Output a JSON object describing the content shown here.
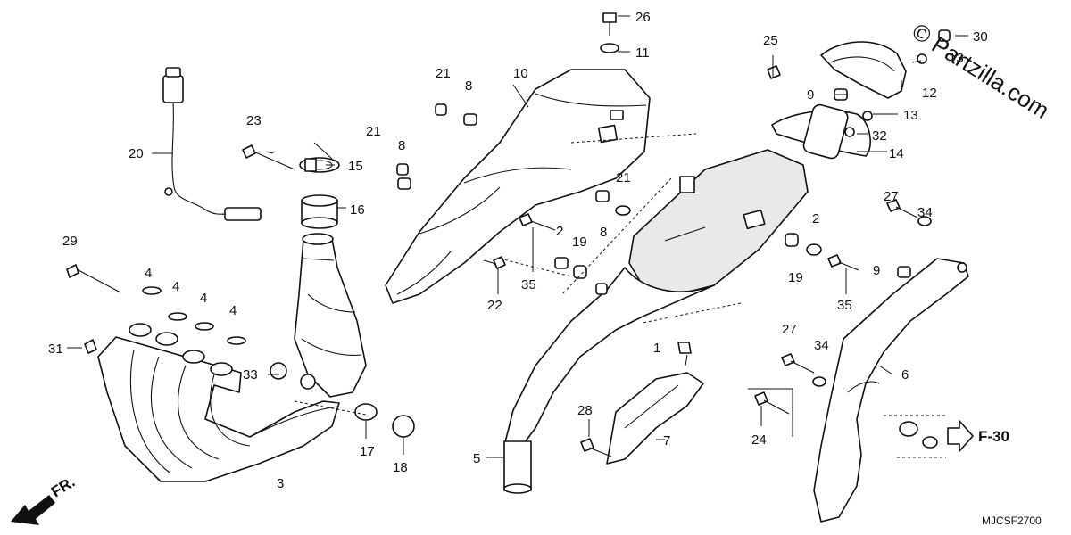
{
  "watermark": {
    "copyright": "©",
    "text": "Partzilla.com"
  },
  "diagram_code": "MJCSF2700",
  "direction": {
    "label": "FR."
  },
  "reference": {
    "label": "F-30"
  },
  "callouts": [
    "1",
    "2",
    "2",
    "3",
    "4",
    "4",
    "4",
    "4",
    "5",
    "6",
    "7",
    "8",
    "8",
    "8",
    "9",
    "9",
    "10",
    "11",
    "12",
    "13",
    "13",
    "14",
    "15",
    "16",
    "17",
    "18",
    "19",
    "19",
    "20",
    "21",
    "21",
    "21",
    "22",
    "23",
    "24",
    "25",
    "26",
    "27",
    "27",
    "28",
    "29",
    "30",
    "31",
    "32",
    "33",
    "34",
    "34",
    "35",
    "35"
  ]
}
